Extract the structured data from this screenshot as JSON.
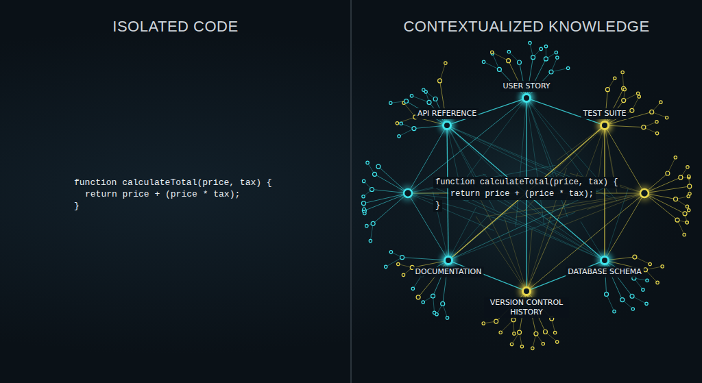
{
  "diagram": {
    "nodes": [
      {
        "text": [
          "USER STORY"
        ]
      },
      {
        "text": [
          "API REFERENCE"
        ]
      },
      {
        "text": [
          "TEST SUITE"
        ]
      },
      {
        "text": [
          "DOCUMENTATION"
        ]
      },
      {
        "text": [
          "DATABASE SCHEMA"
        ]
      },
      {
        "text": [
          "VERSION CONTROL HISTORY"
        ]
      }
    ],
    "edges": [
      {
        "from": 1,
        "to": 0,
        "arrow": "none"
      },
      {
        "from": 0,
        "to": 2,
        "arrow": "none"
      },
      {
        "from": 1,
        "to": 3,
        "arrow": "none"
      },
      {
        "from": 2,
        "to": 4,
        "arrow": "none"
      },
      {
        "from": 3,
        "to": 5,
        "arrow": "none"
      },
      {
        "from": 4,
        "to": 5,
        "arrow": "none"
      },
      {
        "from": 0,
        "to": 5,
        "arrow": "none"
      },
      {
        "from": 1,
        "to": 4,
        "arrow": "none"
      },
      {
        "from": 2,
        "to": 3,
        "arrow": "none"
      }
    ],
    "labels": [
      "ISOLATED CODE",
      "function calculateTotal(price, tax) {",
      "return price + (price * tax);",
      "}",
      "CONTEXTUALIZED KNOWLEDGE",
      "function calculateTotal(price, tax) {",
      "return price + (price * tax);",
      "}"
    ]
  }
}
